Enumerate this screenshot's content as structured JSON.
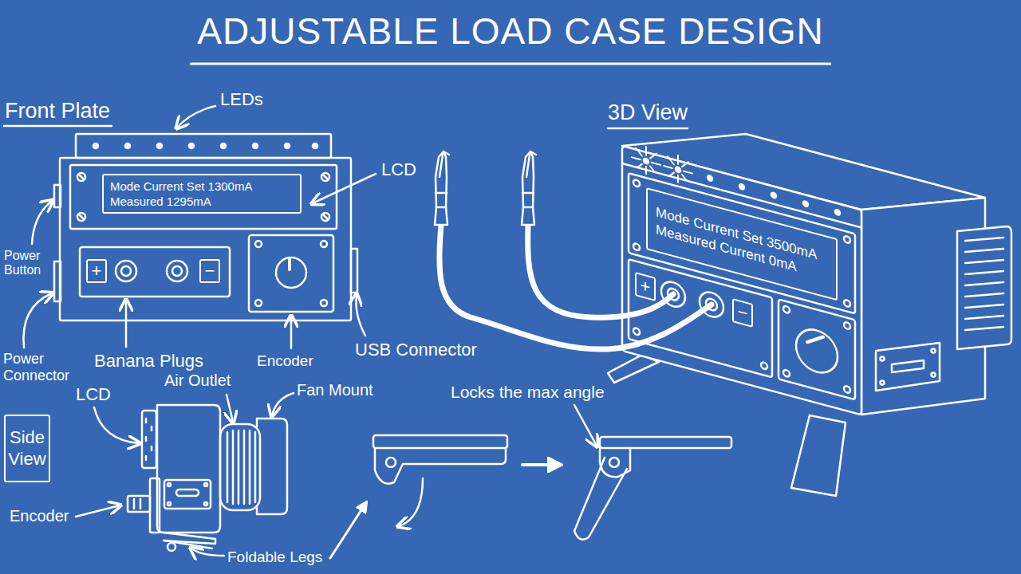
{
  "diagram": {
    "title": "ADJUSTABLE LOAD CASE DESIGN",
    "nodes": [
      {
        "text": [
          "Mode Current Set 1300mA",
          "Measured 1295mA"
        ]
      },
      {
        "text": [
          "+"
        ]
      },
      {
        "text": [
          "−"
        ]
      },
      {
        "text": [
          "Mode Current Set 3500mA",
          "Measured Current 0mA"
        ]
      },
      {
        "text": [
          "+"
        ]
      },
      {
        "text": [
          "−"
        ]
      },
      {
        "text": [
          "Side View"
        ]
      }
    ],
    "labels": [
      "Front Plate",
      "LEDs",
      "LCD",
      "3D View",
      "Power Button",
      "Power Connector",
      "Banana Plugs",
      "Encoder",
      "USB Connector",
      "LCD",
      "Air Outlet",
      "Fan Mount",
      "Locks the max angle",
      "Encoder",
      "Foldable Legs"
    ]
  }
}
